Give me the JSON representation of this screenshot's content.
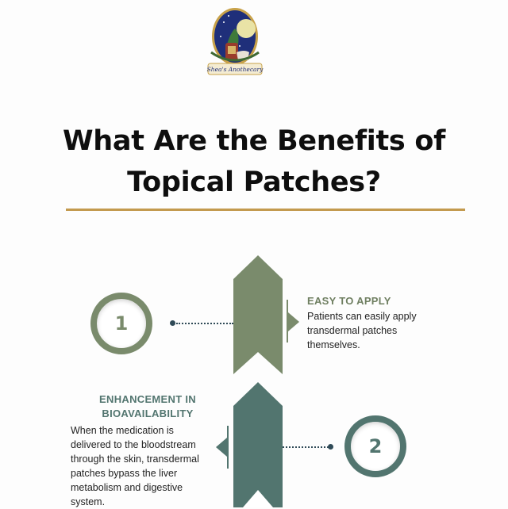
{
  "logo": {
    "text": "Shea's Anothecary",
    "icon": "apothecary-logo-icon"
  },
  "title": {
    "line1": "What Are the Benefits of",
    "line2": "Topical Patches?"
  },
  "colors": {
    "gold_rule": "#c39a4e",
    "sage": "#7a8b6c",
    "teal": "#52756f",
    "text": "#0e0e0e"
  },
  "steps": [
    {
      "number": "1",
      "heading": "EASY TO APPLY",
      "description": "Patients can easily apply transdermal patches themselves."
    },
    {
      "number": "2",
      "heading_line1": "ENHANCEMENT IN",
      "heading_line2": "BIOAVAILABILITY",
      "description": "When the medication is delivered to the bloodstream through the skin, transdermal patches bypass the liver metabolism and digestive system."
    }
  ]
}
